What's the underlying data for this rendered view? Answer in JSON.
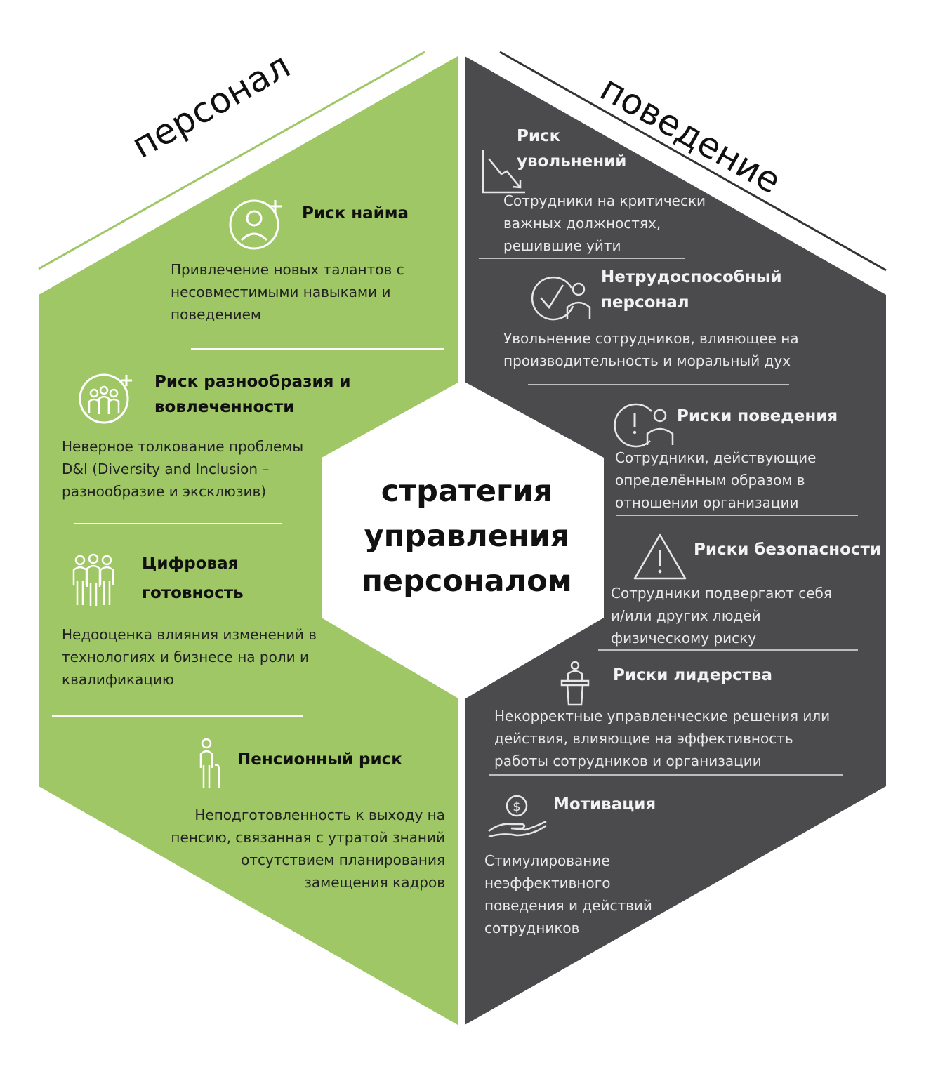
{
  "colors": {
    "green": "#9fc766",
    "dark": "#4b4b4d",
    "white": "#ffffff",
    "divider_green": "#ffffff",
    "divider_dark": "#bdbdbd"
  },
  "side_labels": {
    "left": "персонал",
    "right": "поведение"
  },
  "center": {
    "line1": "стратегия",
    "line2": "управления",
    "line3": "персоналом"
  },
  "left_items": [
    {
      "icon": "add-user-icon",
      "title": "Риск найма",
      "desc": [
        "Привлечение новых талантов с",
        "несовместимыми навыками и",
        "поведением"
      ]
    },
    {
      "icon": "group-add-icon",
      "title": [
        "Риск разнообразия и",
        "вовлеченности"
      ],
      "desc": [
        "Неверное толкование проблемы",
        "D&I (Diversity and Inclusion –",
        "разнообразие и эксклюзив)"
      ]
    },
    {
      "icon": "people-group-icon",
      "title": [
        "Цифровая",
        "готовность"
      ],
      "desc": [
        "Недооценка влияния изменений в",
        "технологиях и бизнесе на роли и",
        "квалификацию"
      ]
    },
    {
      "icon": "elderly-person-icon",
      "title": "Пенсионный риск",
      "desc": [
        "Неподготовленность к выходу на",
        "пенсию, связанная с утратой знаний",
        "отсутствием планирования",
        "замещения кадров"
      ]
    }
  ],
  "right_items": [
    {
      "icon": "declining-chart-icon",
      "title": [
        "Риск",
        "увольнений"
      ],
      "desc": [
        "Сотрудники на критически",
        "важных должностях,",
        "решившие уйти"
      ]
    },
    {
      "icon": "person-check-icon",
      "title": [
        "Нетрудоспособный",
        "персонал"
      ],
      "desc": [
        "Увольнение сотрудников, влияющее на",
        "производительность и моральный дух"
      ]
    },
    {
      "icon": "person-alert-icon",
      "title": "Риски поведения",
      "desc": [
        "Сотрудники, действующие",
        "определённым образом в",
        "отношении организации"
      ]
    },
    {
      "icon": "warning-triangle-icon",
      "title": "Риски безопасности",
      "desc": [
        "Сотрудники подвергают себя",
        "и/или других людей",
        "физическому риску"
      ]
    },
    {
      "icon": "podium-speaker-icon",
      "title": "Риски лидерства",
      "desc": [
        "Некорректные управленческие решения или",
        "действия, влияющие на эффективность",
        "работы сотрудников и организации"
      ]
    },
    {
      "icon": "money-hand-icon",
      "title": "Мотивация",
      "desc": [
        "Стимулирование",
        "неэффективного",
        "поведения и действий",
        "сотрудников"
      ]
    }
  ]
}
